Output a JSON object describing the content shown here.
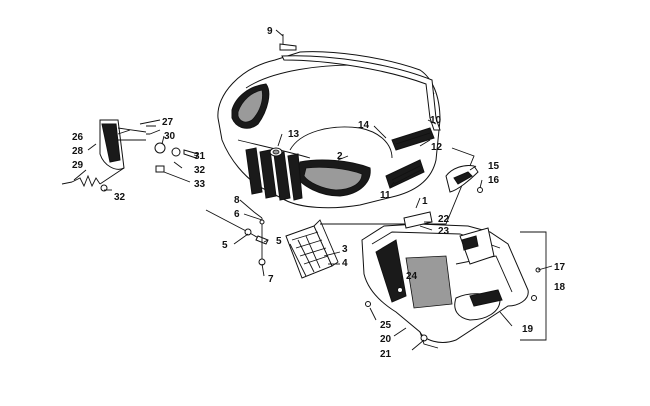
{
  "diagram": {
    "callouts": [
      "1",
      "2",
      "3",
      "4",
      "5",
      "5",
      "6",
      "7",
      "8",
      "9",
      "10",
      "11",
      "12",
      "13",
      "14",
      "15",
      "16",
      "17",
      "18",
      "19",
      "20",
      "21",
      "22",
      "23",
      "24",
      "25",
      "26",
      "27",
      "28",
      "29",
      "30",
      "31",
      "32",
      "32",
      "33"
    ]
  }
}
